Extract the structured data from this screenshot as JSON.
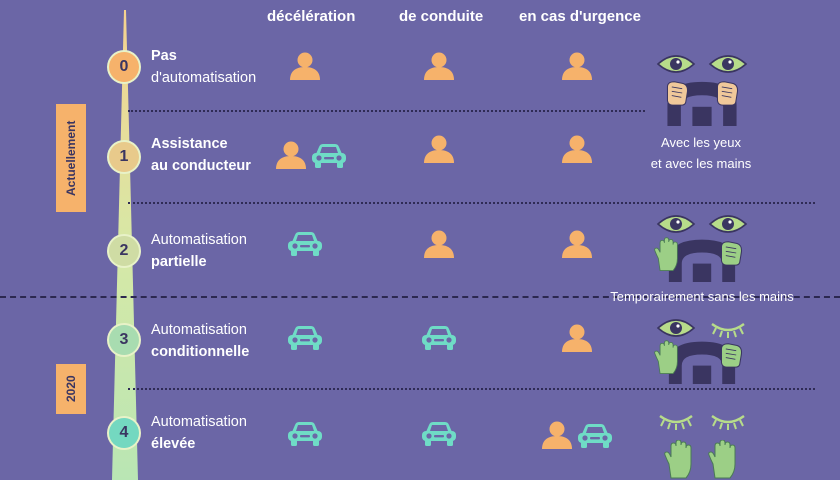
{
  "headers": [
    "décélération",
    "de conduite",
    "en cas d'urgence"
  ],
  "side_labels": {
    "current": "Actuellement",
    "year": "2020"
  },
  "levels": [
    {
      "number": "0",
      "line1": "Pas",
      "line2": "d'automatisation"
    },
    {
      "number": "1",
      "line1": "Assistance",
      "line2": "au conducteur"
    },
    {
      "number": "2",
      "line1": "Automatisation",
      "line2": "partielle"
    },
    {
      "number": "3",
      "line1": "Automatisation",
      "line2": "conditionnelle"
    },
    {
      "number": "4",
      "line1": "Automatisation",
      "line2": "élevée"
    }
  ],
  "captions": {
    "eyes_hands_1": "Avec les yeux",
    "eyes_hands_2": "et avec les mains",
    "temp_no_hands": "Temporairement sans les mains"
  },
  "icons": {
    "person": "person-icon",
    "car": "car-icon",
    "eye": "eye-icon",
    "closed_eye": "closed-eye-icon",
    "steering": "steering-wheel-icon",
    "hand": "hand-icon"
  },
  "colors": {
    "background": "#6b66a6",
    "person": "#f6b26b",
    "car": "#6fdcc6",
    "eye": "#b7dc8a",
    "hand": "#9ccf86",
    "wheel": "#3a3561",
    "level0": "#f6b26b",
    "level1": "#e8ca8b",
    "level2": "#cfdca4",
    "level3": "#a8dcb0",
    "level4": "#74d8c0"
  }
}
